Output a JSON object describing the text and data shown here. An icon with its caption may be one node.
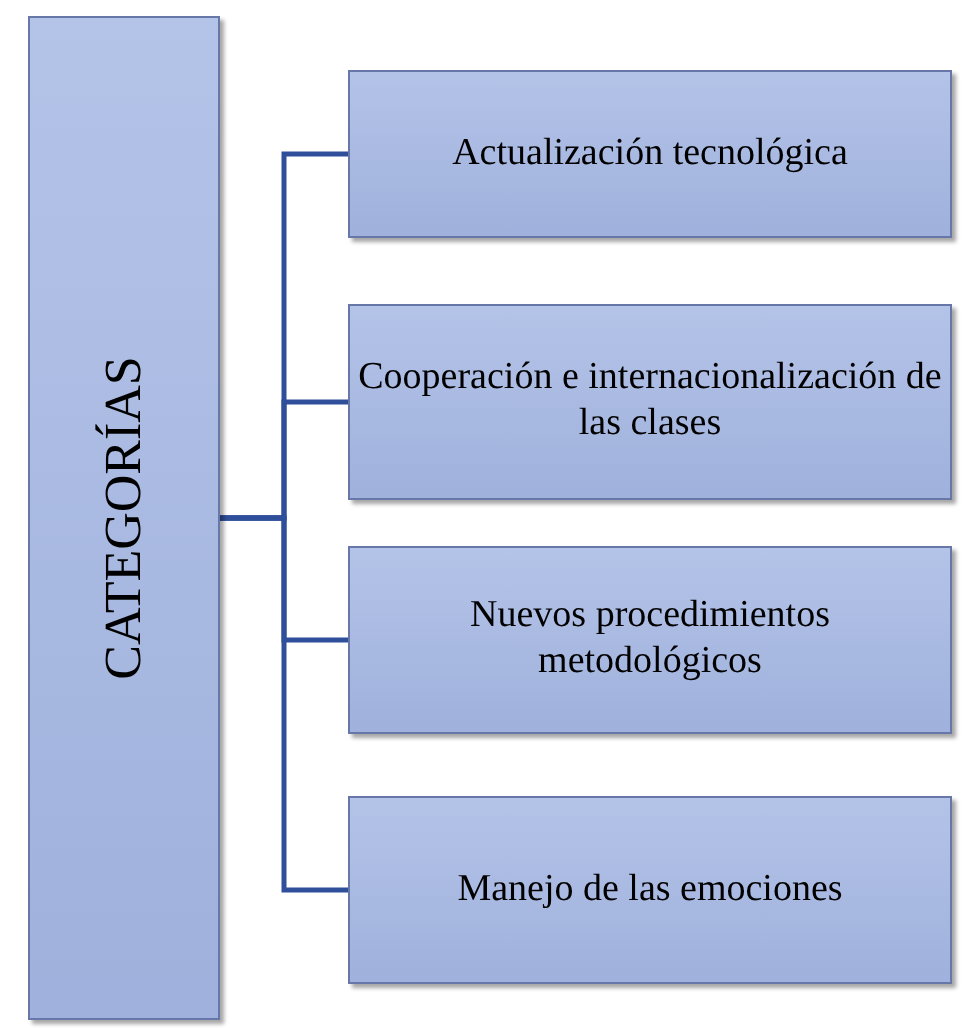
{
  "diagram": {
    "nodes": [
      {
        "text": [
          "CATEGORÍAS"
        ]
      },
      {
        "text": [
          "Actualización tecnológica"
        ]
      },
      {
        "text": [
          "Cooperación e internacionalización de las clases"
        ]
      },
      {
        "text": [
          "Nuevos procedimientos metodológicos"
        ]
      },
      {
        "text": [
          "Manejo de las emociones"
        ]
      }
    ],
    "edges": [
      {
        "from": 0,
        "to": 1,
        "arrow": "none"
      },
      {
        "from": 0,
        "to": 2,
        "arrow": "none"
      },
      {
        "from": 0,
        "to": 3,
        "arrow": "none"
      },
      {
        "from": 0,
        "to": 4,
        "arrow": "none"
      }
    ]
  }
}
